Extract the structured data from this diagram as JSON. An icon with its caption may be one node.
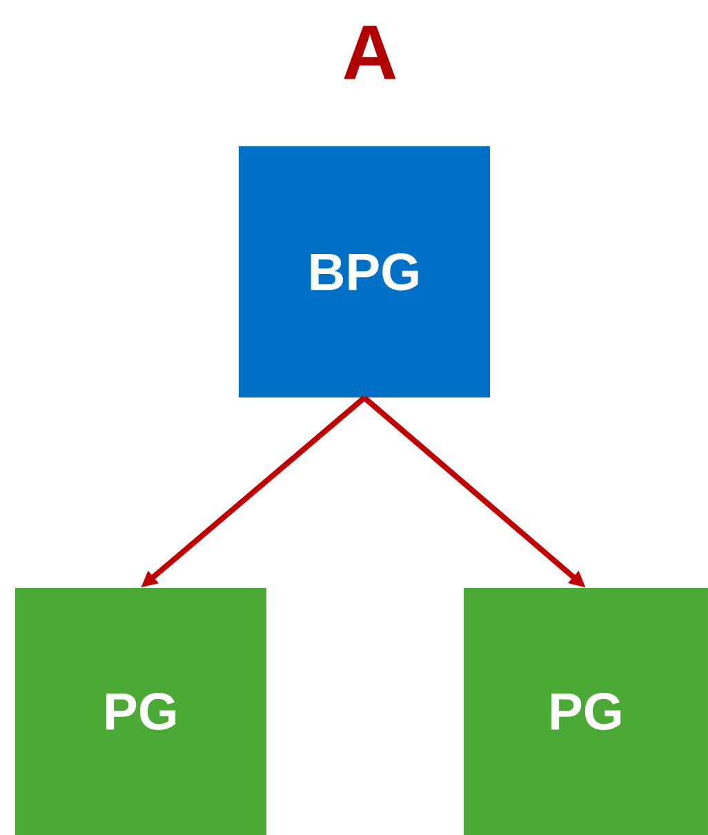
{
  "diagram": {
    "title": "A",
    "nodes": [
      {
        "text": [
          "BPG"
        ]
      },
      {
        "text": [
          "PG"
        ]
      },
      {
        "text": [
          "PG"
        ]
      }
    ],
    "edges": [
      {
        "from": 0,
        "to": 1,
        "arrow": "to"
      },
      {
        "from": 0,
        "to": 2,
        "arrow": "to"
      }
    ]
  }
}
